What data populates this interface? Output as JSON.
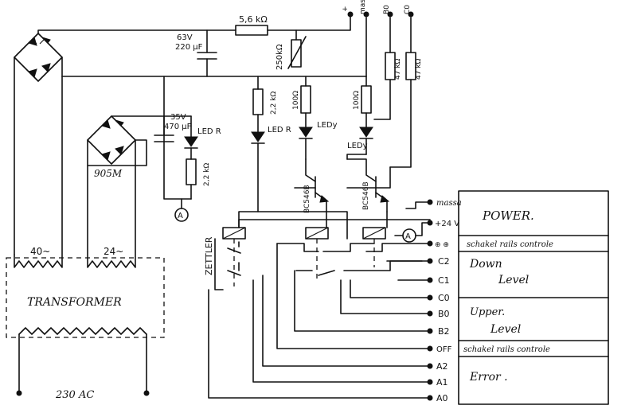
{
  "labels": {
    "r_5k6": "5,6 kΩ",
    "cap_top_v": "63V",
    "cap_top_c": "220 µF",
    "pot_250k": "250kΩ",
    "r_2k2_a": "2,2 kΩ",
    "r_100_a": "100Ω",
    "r_100_b": "100Ω",
    "r_47k_a": "47 kΩ",
    "r_47k_b": "47 kΩ",
    "cap_low_v": "35V",
    "cap_low_c": "470 µF",
    "led_r1": "LED R",
    "led_r2": "LED R",
    "led_y1": "LEDy",
    "led_y2": "LEDy",
    "r_2k2_b": "2,2 kΩ",
    "bridge_low": "905M",
    "tr1": "BC546B",
    "tr2": "BC546B",
    "relay_brand": "ZETTLER",
    "sec_40": "40~",
    "sec_24": "24~",
    "transformer": "TRANSFORMER",
    "mains": "230 AC",
    "meter_a": "A",
    "top_plus": "+",
    "top_massa": "massa",
    "top_b0": "B0",
    "top_c0": "C0"
  },
  "terminals": [
    {
      "id": "t-massa",
      "label": "massa"
    },
    {
      "id": "t-24v",
      "label": "+24 V"
    },
    {
      "id": "t-sw",
      "label": "⊕ ⊕"
    },
    {
      "id": "t-c2",
      "label": "C2"
    },
    {
      "id": "t-c1",
      "label": "C1"
    },
    {
      "id": "t-c0",
      "label": "C0"
    },
    {
      "id": "t-b0",
      "label": "B0"
    },
    {
      "id": "t-b2",
      "label": "B2"
    },
    {
      "id": "t-off",
      "label": "OFF"
    },
    {
      "id": "t-a2",
      "label": "A2"
    },
    {
      "id": "t-a1",
      "label": "A1"
    },
    {
      "id": "t-a0",
      "label": "A0"
    }
  ],
  "table": {
    "power": "POWER.",
    "schakel1": "schakel rails controle",
    "down1": "Down",
    "down2": "Level",
    "upper1": "Upper.",
    "upper2": "Level",
    "schakel2": "schakel rails controle",
    "error": "Error ."
  }
}
